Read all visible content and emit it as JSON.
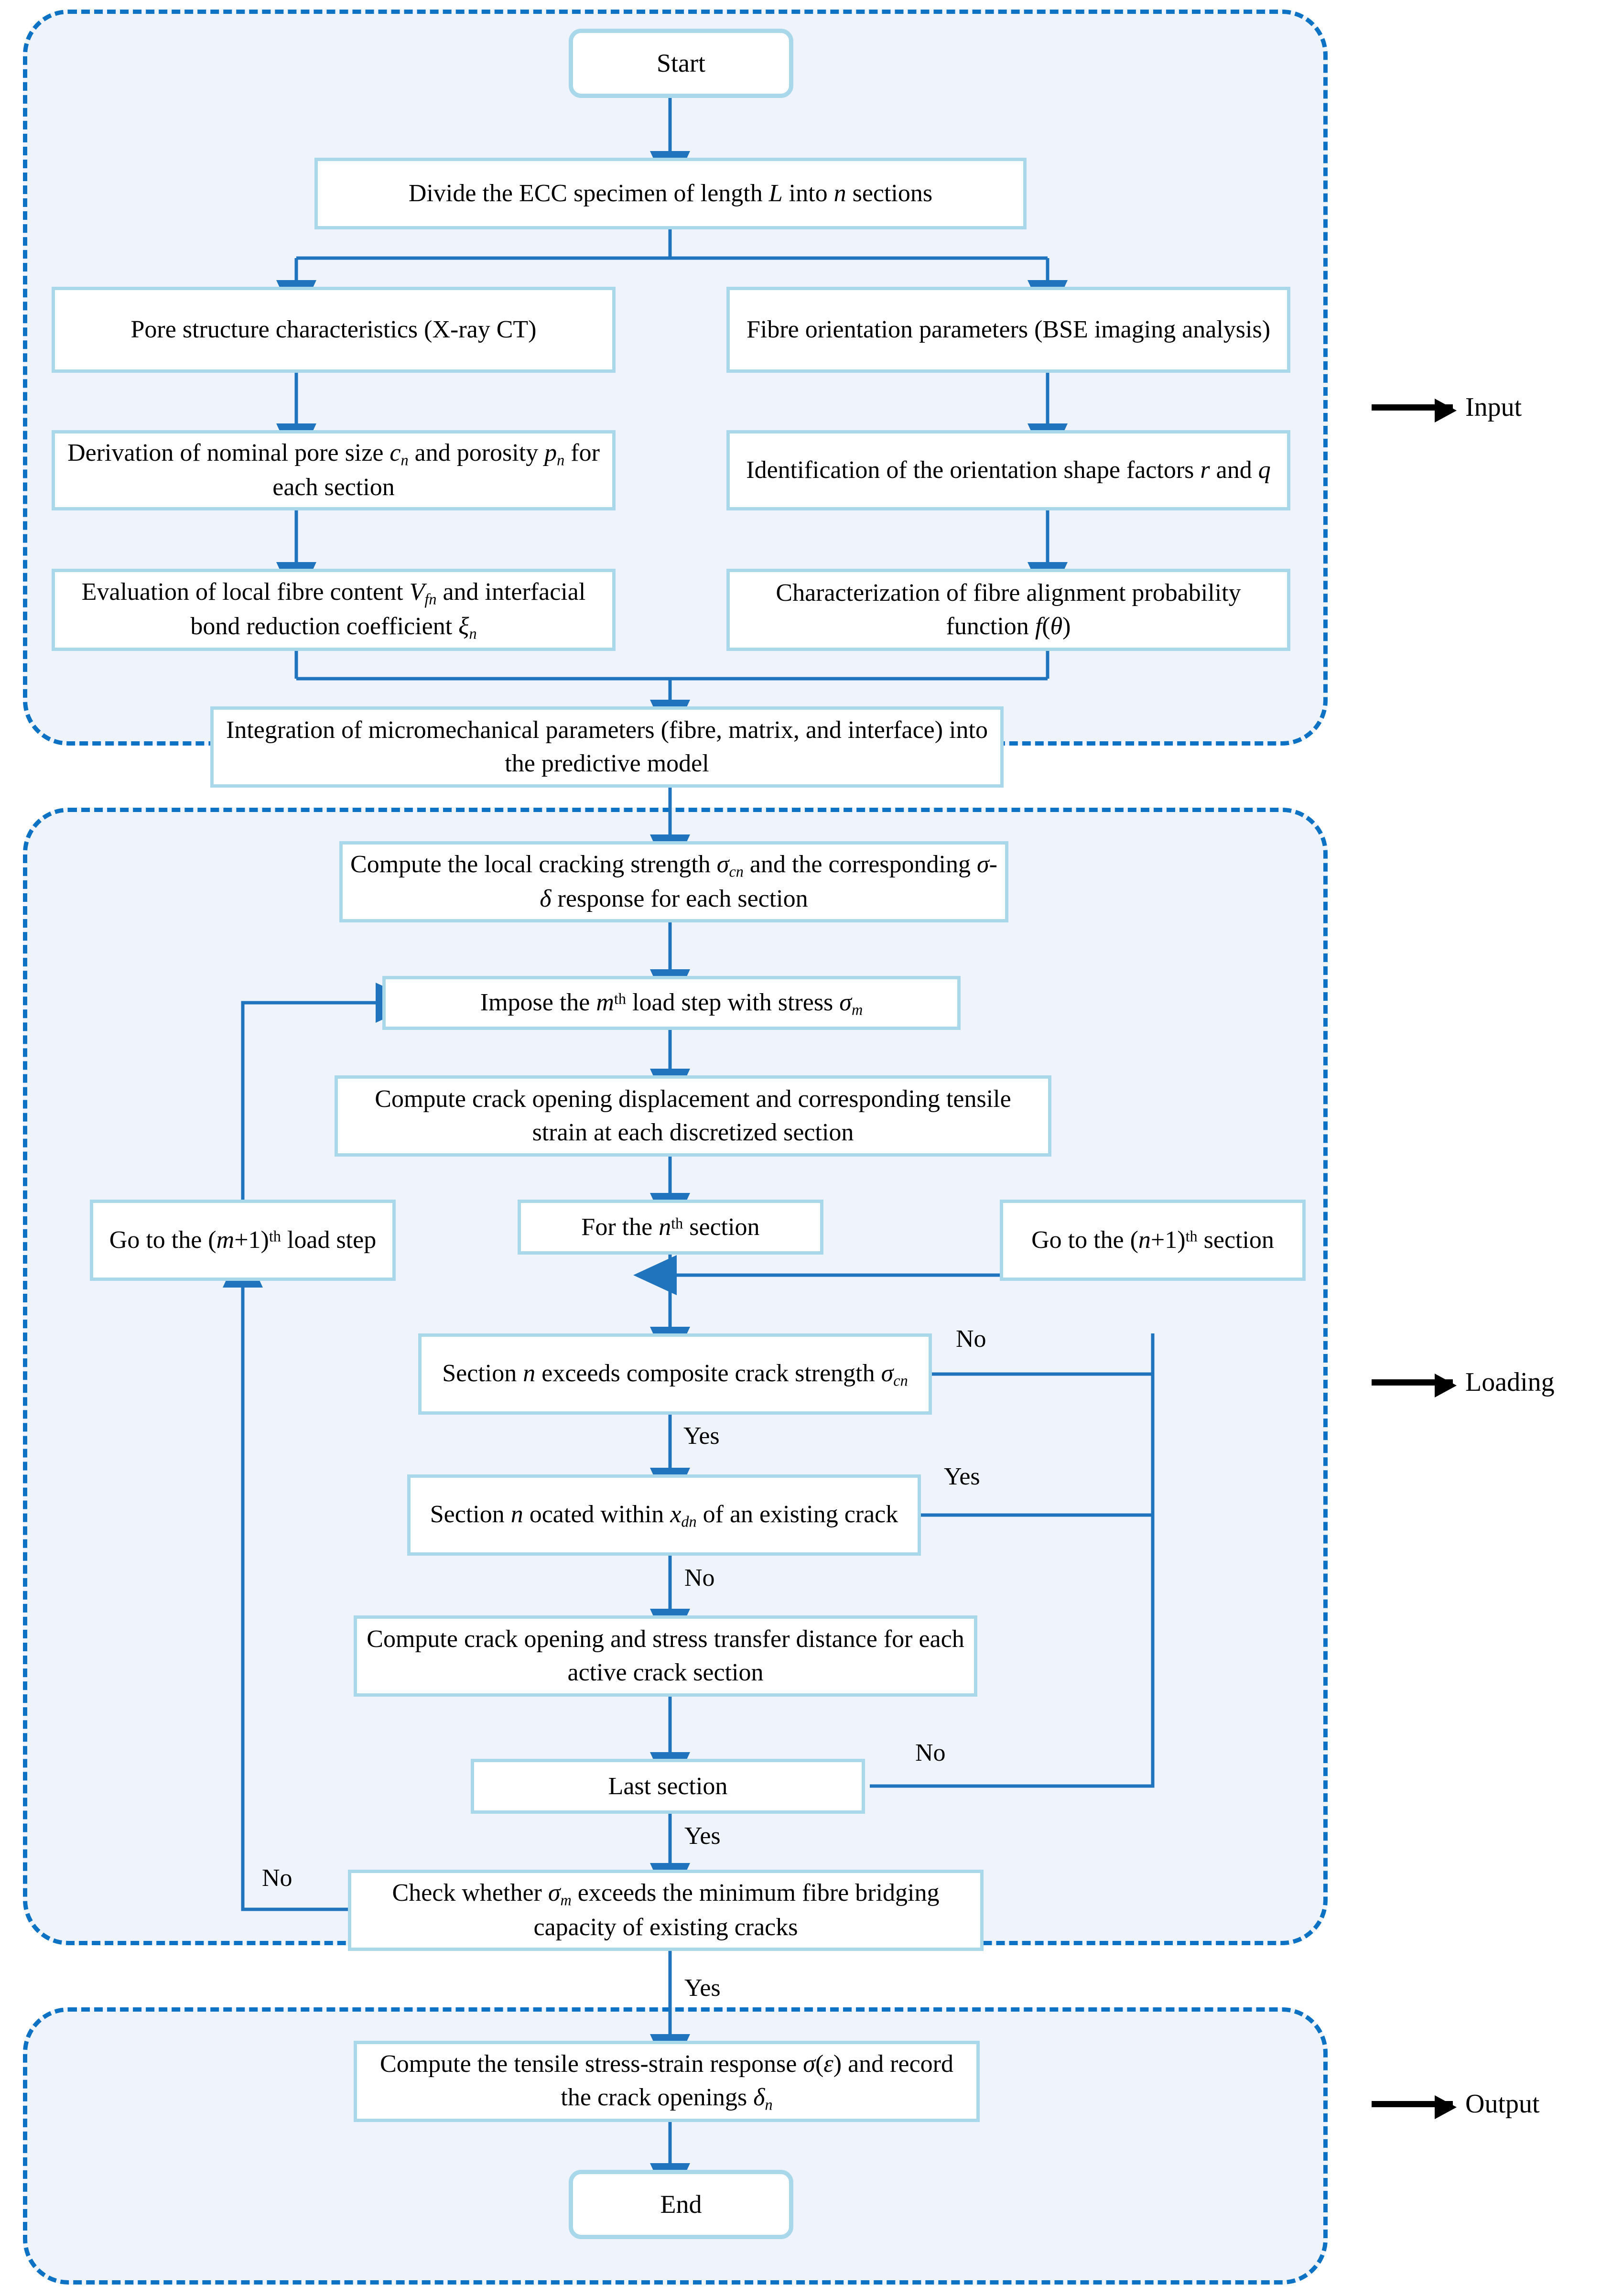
{
  "diagram": {
    "title": "ECC tensile behaviour predictive model flowchart",
    "colors": {
      "panel_fill": "#eef3fc",
      "panel_border": "#0d72c4",
      "node_border": "#a9d8ea",
      "node_fill": "#ffffff",
      "connector": "#1f74bd",
      "text": "#000000"
    }
  },
  "sections": [
    {
      "id": "input",
      "label": "Input"
    },
    {
      "id": "loading",
      "label": "Loading"
    },
    {
      "id": "output",
      "label": "Output"
    }
  ],
  "nodes": {
    "start": "Start",
    "divide": "Divide the ECC specimen of length L into n sections",
    "pore_structure": "Pore structure characteristics (X-ray CT)",
    "fibre_orientation": "Fibre orientation parameters (BSE imaging analysis)",
    "nominal_pore": "Derivation of nominal pore size cn and porosity pn for each section",
    "shape_factors": "Identification of the orientation shape factors r and q",
    "fibre_content": "Evaluation of local fibre content Vfn and interfacial bond reduction coefficient ξn",
    "alignment_pdf": "Characterization of fibre alignment probability function f(θ)",
    "integration": "Integration of micromechanical parameters (fibre, matrix, and interface) into the predictive model",
    "local_cracking": "Compute the local cracking strength σcn and the corresponding σ-δ response for each section",
    "impose_load": "Impose the mth load step with stress σm",
    "crack_opening": "Compute crack opening displacement and corresponding tensile strain at each discretized section",
    "for_section": "For the nth section",
    "go_load_step": "Go to the (m+1)th load step",
    "go_section": "Go to the (n+1)th section",
    "exceeds_strength": "Section n exceeds composite crack strength σcn",
    "within_xdn": "Section n ocated within xdn of an existing crack",
    "stress_transfer": "Compute crack opening and stress transfer distance for each active crack section",
    "last_section": "Last section",
    "check_sigma_m": "Check whether σm exceeds the minimum fibre bridging capacity of existing cracks",
    "stress_strain": "Compute the tensile stress-strain response σ(ε) and record the crack openings δn",
    "end": "End"
  },
  "edge_labels": {
    "no_exceeds": "No",
    "yes_exceeds": "Yes",
    "yes_within": "Yes",
    "no_within": "No",
    "no_last": "No",
    "yes_last": "Yes",
    "no_check": "No",
    "yes_check": "Yes"
  }
}
